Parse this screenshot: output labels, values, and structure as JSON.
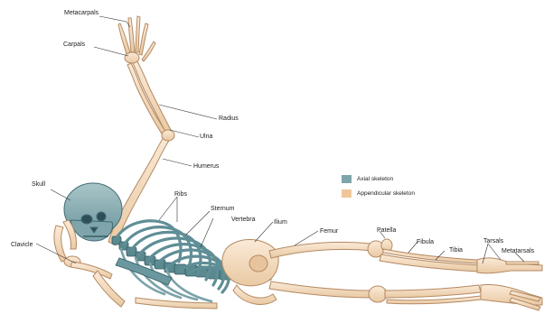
{
  "labels": {
    "metacarpals": "Metacarpals",
    "carpals": "Carpals",
    "radius": "Radius",
    "ulna": "Ulna",
    "humerus": "Humerus",
    "skull": "Skull",
    "ribs": "Ribs",
    "sternum": "Sternum",
    "vertebra": "Vertebra",
    "ilium": "Ilium",
    "femur": "Femur",
    "patella": "Patella",
    "fibula": "Fibula",
    "tibia": "Tibia",
    "tarsals": "Tarsals",
    "metatarsals": "Metatarsals",
    "clavicle": "Clavicle"
  },
  "legend": {
    "axial": {
      "label": "Axial skeleton",
      "color": "#7fa4ab"
    },
    "appendicular": {
      "label": "Appendicular skeleton",
      "color": "#f0c79a"
    }
  },
  "colors": {
    "axial_bone": "#8fb3b6",
    "axial_dark": "#4f7d86",
    "appendicular_bone": "#f3dcc0",
    "appendicular_edge": "#b48a63"
  }
}
